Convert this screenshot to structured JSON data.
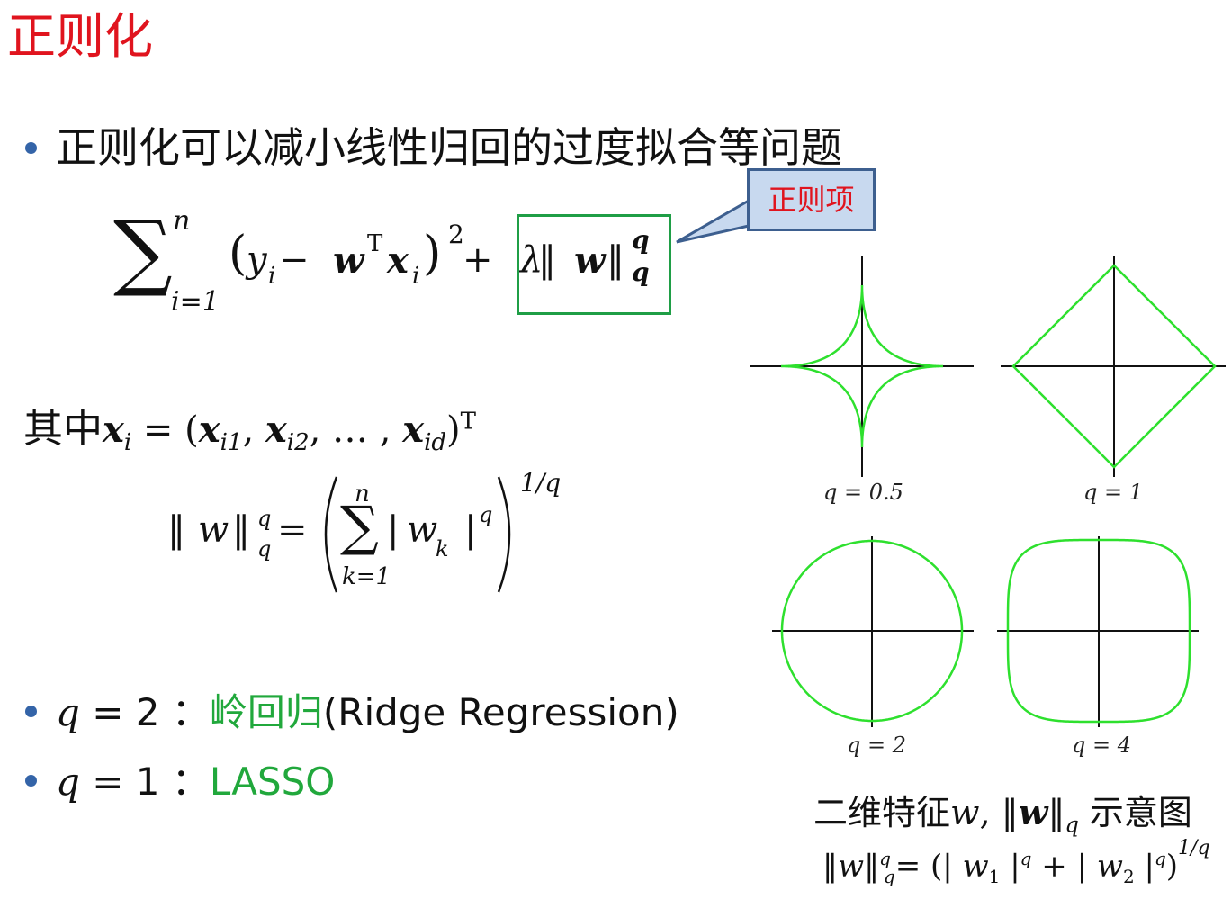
{
  "slide": {
    "title": "正则化",
    "bullet1": "正则化可以减小线性归回的过度拟合等问题",
    "callout": "正则项"
  },
  "formula1": {
    "sum_upper": "n",
    "sum_lower": "i=1",
    "body_open": "(",
    "y": "y",
    "y_sub": "i",
    "minus": " − ",
    "w": "w",
    "w_sup": "T",
    "x": "x",
    "x_sub": "i",
    "body_close": ")",
    "square": "2",
    "plus": " + ",
    "lambda": "λ",
    "norm_open": " ‖",
    "norm_w": "w",
    "norm_close": "‖",
    "norm_sup": "q",
    "norm_sub": "q"
  },
  "formula2": {
    "prefix": "其中",
    "x": "x",
    "x_sub": "i",
    "eq": " = (",
    "x1": "x",
    "x1_sub": "i1",
    "comma1": ", ",
    "x2": "x",
    "x2_sub": "i2",
    "ellipsis": ", … , ",
    "xd": "x",
    "xd_sub": "id",
    "close": ")",
    "sup": "T"
  },
  "formula3": {
    "lhs_bar": "‖",
    "lhs_w": "w",
    "lhs_bar2": "‖",
    "lhs_sup": "q",
    "lhs_sub": "q",
    "eq": "=",
    "sum_upper": "n",
    "sum_lower": "k=1",
    "abs_open": "|",
    "wk": "w",
    "wk_sub": "k",
    "abs_close": "|",
    "abs_sup": "q",
    "outer_sup": "1/q"
  },
  "bullets2": [
    {
      "q": "q",
      "eq": " = 2 ：",
      "name": "岭回归",
      "rest": "(Ridge Regression)"
    },
    {
      "q": "q",
      "eq": " = 1 ：",
      "name": "LASSO",
      "rest": ""
    }
  ],
  "plots": [
    {
      "label": "q = 0.5",
      "q": 0.5
    },
    {
      "label": "q = 1",
      "q": 1
    },
    {
      "label": "q = 2",
      "q": 2
    },
    {
      "label": "q = 4",
      "q": 4
    }
  ],
  "caption": {
    "line1_prefix": "二维特征",
    "line1_w": "w",
    "line1_comma": ", ",
    "line1_norm_open": "‖",
    "line1_norm_w": "w",
    "line1_norm_close": "‖",
    "line1_sub": "q",
    "line1_suffix": " 示意图",
    "line2_bar": "‖",
    "line2_w": "w",
    "line2_bar2": "‖",
    "line2_sup": "q",
    "line2_sub": "q",
    "line2_eq": "= (| ",
    "line2_w1": "w",
    "line2_w1_sub": "1",
    "line2_mid": " |",
    "line2_mid_sup": "q",
    "line2_plus": " + | ",
    "line2_w2": "w",
    "line2_w2_sub": "2",
    "line2_end": " |",
    "line2_end_sup": "q",
    "line2_close": ")",
    "line2_outer_sup": "1/q"
  },
  "colors": {
    "title": "#e0141e",
    "bullet": "#3464a8",
    "highlight_green": "#21a83c",
    "curve": "#2ee02e",
    "callout_bg": "#c8d9ef",
    "callout_border": "#3d5f8f"
  }
}
